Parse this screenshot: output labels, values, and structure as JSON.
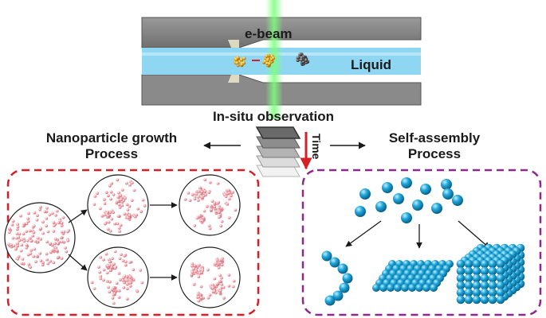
{
  "labels": {
    "ebeam": "e-beam",
    "liquid": "Liquid",
    "insitu": "In-situ observation",
    "time": "Time",
    "growth_line1": "Nanoparticle growth",
    "growth_line2": "Process",
    "assembly_line1": "Self-assembly",
    "assembly_line2": "Process"
  },
  "colors": {
    "chamber_gray": "#8a8a8a",
    "liquid_blue": "#8fd6f2",
    "beam_green": "#7dff7d",
    "growth_box": "#d61f26",
    "assembly_box": "#8b2a8b",
    "particle_pink": "#f2a0a8",
    "sphere_blue": "#1fa6da",
    "time_arrow": "#d61f26"
  }
}
